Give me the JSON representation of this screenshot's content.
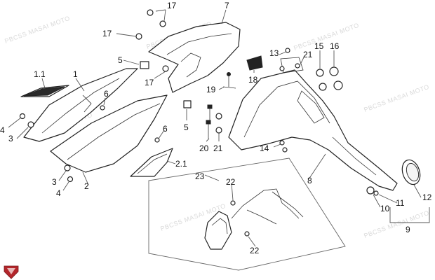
{
  "diagram": {
    "watermark": "PBCSS MASAI MOTO",
    "callouts": [
      {
        "id": "c17a",
        "label": "17"
      },
      {
        "id": "c7",
        "label": "7"
      },
      {
        "id": "c17b",
        "label": "17"
      },
      {
        "id": "c5a",
        "label": "5"
      },
      {
        "id": "c11",
        "label": "1.1"
      },
      {
        "id": "c1",
        "label": "1"
      },
      {
        "id": "c6a",
        "label": "6"
      },
      {
        "id": "c17c",
        "label": "17"
      },
      {
        "id": "c13",
        "label": "13"
      },
      {
        "id": "c21a",
        "label": "21"
      },
      {
        "id": "c15",
        "label": "15"
      },
      {
        "id": "c16",
        "label": "16"
      },
      {
        "id": "c18",
        "label": "18"
      },
      {
        "id": "c19",
        "label": "19"
      },
      {
        "id": "c4a",
        "label": "4"
      },
      {
        "id": "c3a",
        "label": "3"
      },
      {
        "id": "c5b",
        "label": "5"
      },
      {
        "id": "c6b",
        "label": "6"
      },
      {
        "id": "c20",
        "label": "20"
      },
      {
        "id": "c21b",
        "label": "21"
      },
      {
        "id": "c14",
        "label": "14"
      },
      {
        "id": "c21c",
        "label": "2.1"
      },
      {
        "id": "c23",
        "label": "23"
      },
      {
        "id": "c22a",
        "label": "22"
      },
      {
        "id": "c3b",
        "label": "3"
      },
      {
        "id": "c4b",
        "label": "4"
      },
      {
        "id": "c2",
        "label": "2"
      },
      {
        "id": "c8",
        "label": "8"
      },
      {
        "id": "c12",
        "label": "12"
      },
      {
        "id": "c10",
        "label": "10"
      },
      {
        "id": "c11b",
        "label": "11"
      },
      {
        "id": "c9",
        "label": "9"
      },
      {
        "id": "c22b",
        "label": "22"
      }
    ]
  }
}
